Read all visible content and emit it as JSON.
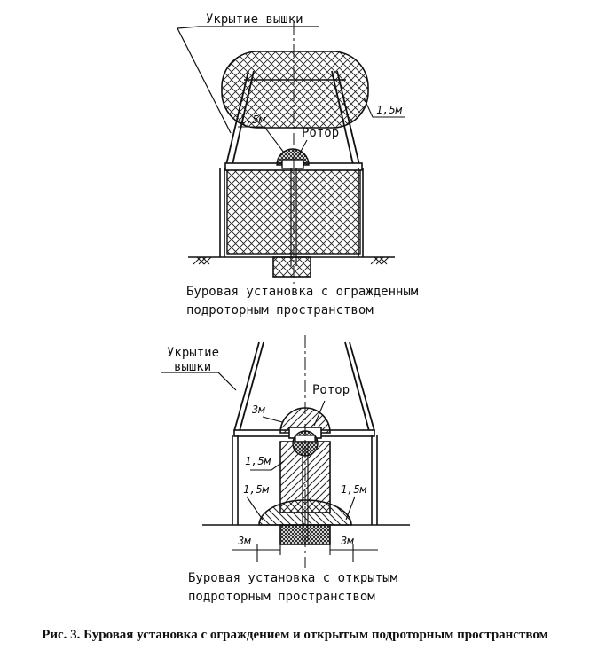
{
  "diagram_top": {
    "label_cover": "Укрытие вышки",
    "label_rotor": "Ротор",
    "dim_left": "1,5м",
    "dim_right": "1,5м",
    "caption_line1": "Буровая установка с огражденным",
    "caption_line2": "подроторным пространством"
  },
  "diagram_bottom": {
    "label_cover_line1": "Укрытие",
    "label_cover_line2": "вышки",
    "label_rotor": "Ротор",
    "dim_3m_top": "3м",
    "dim_shaft": "1,5м",
    "dim_left_ground": "1,5м",
    "dim_right_ground": "1,5м",
    "dim_3m_left": "3м",
    "dim_3m_right": "3м",
    "caption_line1": "Буровая установка с открытым",
    "caption_line2": "подроторным пространством"
  },
  "figure_caption": "Рис. 3. Буровая установка с ограждением и открытым подроторным пространством"
}
